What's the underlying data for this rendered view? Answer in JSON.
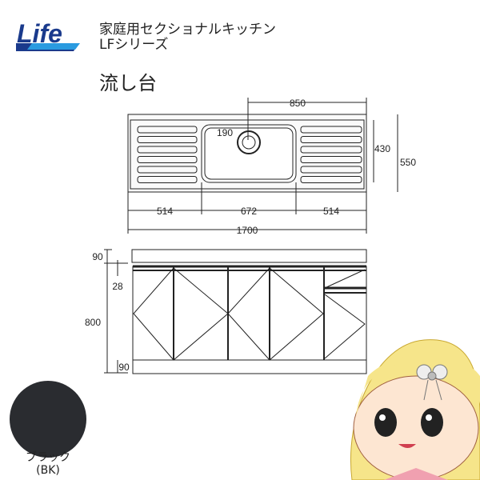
{
  "brand": {
    "logo_text": "Life",
    "colors": {
      "logo_blue": "#1a3a8c",
      "logo_light": "#2a9be0"
    }
  },
  "header": {
    "series_line1": "家庭用セクショナルキッチン",
    "series_line2": "LFシリーズ",
    "product_name": "流し台"
  },
  "plan_view": {
    "dims": {
      "faucet_offset": "850",
      "drain_offset": "190",
      "sink_depth": "430",
      "total_depth": "550",
      "left_drainboard": "514",
      "sink_width": "672",
      "right_drainboard": "514",
      "total_width": "1700"
    }
  },
  "front_view": {
    "dims": {
      "top_thickness": "90",
      "top_gap": "28",
      "height": "800",
      "plinth": "90"
    }
  },
  "swatch": {
    "color_name": "ブラック",
    "color_code": "(BK)",
    "color": "#2a2c30"
  }
}
